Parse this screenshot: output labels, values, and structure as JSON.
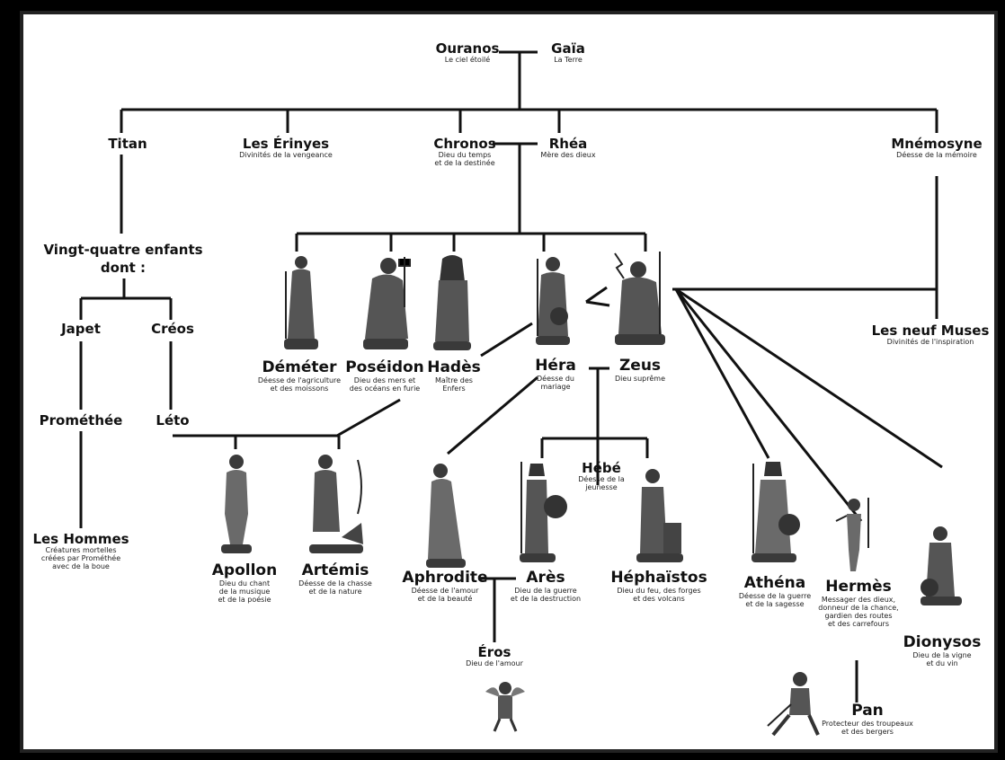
{
  "nodes": {
    "ouranos": {
      "name": "Ouranos",
      "sub": "Le ciel étoilé"
    },
    "gaia": {
      "name": "Gaïa",
      "sub": "La Terre"
    },
    "titan": {
      "name": "Titan"
    },
    "erinyes": {
      "name": "Les Érinyes",
      "sub": "Divinités de la vengeance"
    },
    "chronos": {
      "name": "Chronos",
      "sub": "Dieu du temps\net de la destinée"
    },
    "rhea": {
      "name": "Rhéa",
      "sub": "Mère des dieux"
    },
    "mnemosyne": {
      "name": "Mnémosyne",
      "sub": "Déesse de la mémoire"
    },
    "vingt": {
      "name": "Vingt-quatre enfants\ndont :"
    },
    "japet": {
      "name": "Japet"
    },
    "creos": {
      "name": "Créos"
    },
    "promethee": {
      "name": "Prométhée"
    },
    "leto": {
      "name": "Léto"
    },
    "hommes": {
      "name": "Les Hommes",
      "sub": "Créatures mortelles\ncréées par Prométhée\navec de la boue"
    },
    "demeter": {
      "name": "Déméter",
      "sub": "Déesse de l'agriculture\net des moissons"
    },
    "poseidon": {
      "name": "Poséidon",
      "sub": "Dieu des mers et\ndes océans en furie"
    },
    "hades": {
      "name": "Hadès",
      "sub": "Maître des\nEnfers"
    },
    "hera": {
      "name": "Héra",
      "sub": "Déesse du\nmariage"
    },
    "zeus": {
      "name": "Zeus",
      "sub": "Dieu suprême"
    },
    "muses": {
      "name": "Les neuf Muses",
      "sub": "Divinités de l'inspiration"
    },
    "apollon": {
      "name": "Apollon",
      "sub": "Dieu du chant\nde la musique\net de la poésie"
    },
    "artemis": {
      "name": "Artémis",
      "sub": "Déesse de la chasse\net de la nature"
    },
    "aphrodite": {
      "name": "Aphrodite",
      "sub": "Déesse de l'amour\net de la beauté"
    },
    "hebe": {
      "name": "Hébé",
      "sub": "Déesse de la\njeunesse"
    },
    "ares": {
      "name": "Arès",
      "sub": "Dieu de la guerre\net de la destruction"
    },
    "hephaistos": {
      "name": "Héphaïstos",
      "sub": "Dieu du feu, des forges\net des volcans"
    },
    "athena": {
      "name": "Athéna",
      "sub": "Déesse de la guerre\net de la sagesse"
    },
    "hermes": {
      "name": "Hermès",
      "sub": "Messager des dieux,\ndonneur de la chance,\ngardien des routes\net des carrefours"
    },
    "dionysos": {
      "name": "Dionysos",
      "sub": "Dieu de la vigne\net du vin"
    },
    "eros": {
      "name": "Éros",
      "sub": "Dieu de l'amour"
    },
    "pan": {
      "name": "Pan",
      "sub": "Protecteur des troupeaux\net des bergers"
    }
  },
  "colors": {
    "background": "#ffffff",
    "line": "#111111",
    "frame": "#000000",
    "figure": "#3a3a3a"
  }
}
